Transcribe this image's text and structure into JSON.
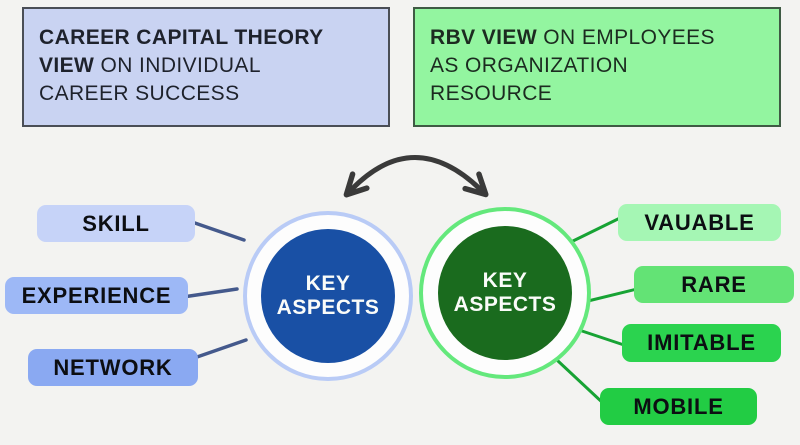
{
  "background_color": "#f3f3f1",
  "header_left": {
    "fill": "#c9d3f2",
    "border": "#4a4e56",
    "lines": [
      {
        "b": "CAREER CAPITAL THEORY",
        "r": ""
      },
      {
        "b": "VIEW",
        "r": " ON INDIVIDUAL"
      },
      {
        "b": "",
        "r": "CAREER SUCCESS"
      }
    ]
  },
  "header_right": {
    "fill": "#93f5a0",
    "border": "#3f5a44",
    "lines": [
      {
        "b": "RBV VIEW",
        "r": " ON EMPLOYEES"
      },
      {
        "b": "",
        "r": "AS ORGANIZATION"
      },
      {
        "b": "",
        "r": "RESOURCE"
      }
    ]
  },
  "arrow": {
    "name": "double-curved-arrow",
    "color": "#3a3a3a"
  },
  "left_cluster": {
    "center_label": "KEY ASPECTS",
    "ring_color": "#b9cbf6",
    "core_color": "#1950a5",
    "line_color": "#44598c",
    "items": [
      {
        "label": "SKILL",
        "fill": "#c6d3f8"
      },
      {
        "label": "EXPERIENCE",
        "fill": "#9db8f6"
      },
      {
        "label": "NETWORK",
        "fill": "#8aa9f2"
      }
    ]
  },
  "right_cluster": {
    "center_label": "KEY ASPECTS",
    "ring_color": "#64e87c",
    "core_color": "#1a6b1e",
    "line_color": "#17a334",
    "items": [
      {
        "label": "VAUABLE",
        "fill": "#a5f6b4"
      },
      {
        "label": "RARE",
        "fill": "#63e375"
      },
      {
        "label": "IMITABLE",
        "fill": "#2bd34f"
      },
      {
        "label": "MOBILE",
        "fill": "#22cc44"
      }
    ]
  }
}
